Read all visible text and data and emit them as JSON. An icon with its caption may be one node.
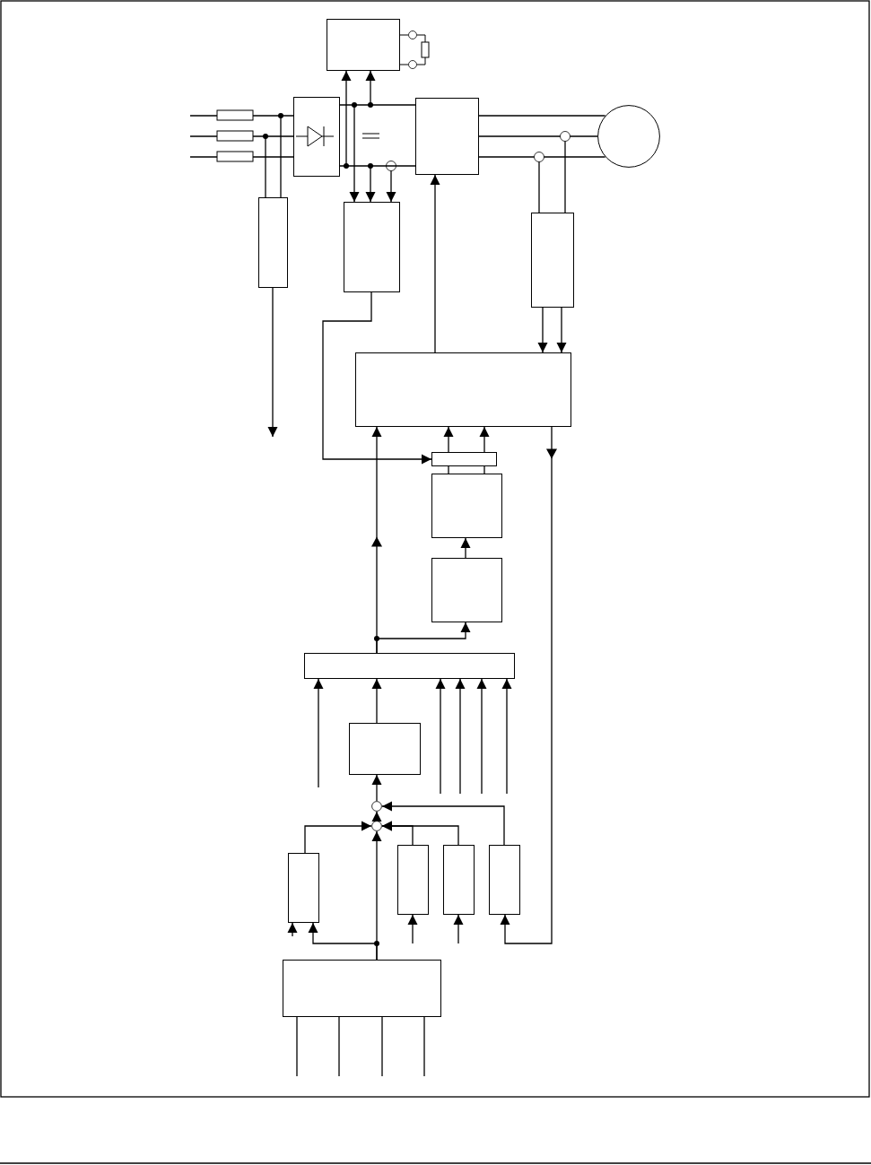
{
  "diagram": {
    "nodes": [
      {
        "text": [],
        "shape": "box"
      },
      {
        "text": [],
        "shape": "box"
      },
      {
        "text": [],
        "shape": "box"
      },
      {
        "text": [],
        "shape": "circle"
      },
      {
        "text": [],
        "shape": "box"
      },
      {
        "text": [],
        "shape": "box"
      },
      {
        "text": [],
        "shape": "box"
      },
      {
        "text": [],
        "shape": "box"
      },
      {
        "text": [],
        "shape": "box"
      },
      {
        "text": [],
        "shape": "box"
      },
      {
        "text": [],
        "shape": "box"
      },
      {
        "text": [],
        "shape": "box"
      },
      {
        "text": [],
        "shape": "box"
      },
      {
        "text": [],
        "shape": "circle"
      },
      {
        "text": [],
        "shape": "circle"
      },
      {
        "text": [],
        "shape": "box"
      },
      {
        "text": [],
        "shape": "box"
      },
      {
        "text": [],
        "shape": "box"
      },
      {
        "text": [],
        "shape": "box"
      },
      {
        "text": [],
        "shape": "box"
      }
    ],
    "edges": [
      {
        "from": 1,
        "to": 0,
        "arrow": "to"
      },
      {
        "from": null,
        "to": 0,
        "arrow": "to"
      },
      {
        "from": 1,
        "to": 5,
        "arrow": "to"
      },
      {
        "from": null,
        "to": 5,
        "arrow": "to"
      },
      {
        "from": 2,
        "to": 5,
        "arrow": "to"
      },
      {
        "from": 1,
        "to": 2,
        "arrow": "none"
      },
      {
        "from": 1,
        "to": 2,
        "arrow": "none"
      },
      {
        "from": 2,
        "to": 3,
        "arrow": "none"
      },
      {
        "from": 2,
        "to": 3,
        "arrow": "none"
      },
      {
        "from": 2,
        "to": 3,
        "arrow": "none"
      },
      {
        "from": null,
        "to": 6,
        "arrow": "other"
      },
      {
        "from": null,
        "to": 6,
        "arrow": "other"
      },
      {
        "from": 1,
        "to": 4,
        "arrow": "other"
      },
      {
        "from": 1,
        "to": 4,
        "arrow": "other"
      },
      {
        "from": 4,
        "to": null,
        "arrow": "to"
      },
      {
        "from": 5,
        "to": 8,
        "arrow": "to"
      },
      {
        "from": 7,
        "to": 2,
        "arrow": "to"
      },
      {
        "from": 6,
        "to": 7,
        "arrow": "to"
      },
      {
        "from": 6,
        "to": 7,
        "arrow": "to"
      },
      {
        "from": 8,
        "to": 7,
        "arrow": "to"
      },
      {
        "from": 8,
        "to": 7,
        "arrow": "to"
      },
      {
        "from": 9,
        "to": 8,
        "arrow": "none"
      },
      {
        "from": 9,
        "to": 8,
        "arrow": "none"
      },
      {
        "from": 10,
        "to": 9,
        "arrow": "to"
      },
      {
        "from": 11,
        "to": 7,
        "arrow": "to"
      },
      {
        "from": 11,
        "to": 10,
        "arrow": "to"
      },
      {
        "from": 7,
        "to": 18,
        "arrow": "to"
      },
      {
        "from": null,
        "to": 11,
        "arrow": "to"
      },
      {
        "from": null,
        "to": 11,
        "arrow": "to"
      },
      {
        "from": null,
        "to": 11,
        "arrow": "to"
      },
      {
        "from": null,
        "to": 11,
        "arrow": "to"
      },
      {
        "from": null,
        "to": 11,
        "arrow": "to"
      },
      {
        "from": 12,
        "to": 11,
        "arrow": "to"
      },
      {
        "from": 13,
        "to": 12,
        "arrow": "to"
      },
      {
        "from": 14,
        "to": 13,
        "arrow": "to"
      },
      {
        "from": 15,
        "to": 14,
        "arrow": "to"
      },
      {
        "from": 16,
        "to": 14,
        "arrow": "to"
      },
      {
        "from": 17,
        "to": 14,
        "arrow": "to"
      },
      {
        "from": 18,
        "to": 13,
        "arrow": "to"
      },
      {
        "from": 19,
        "to": 14,
        "arrow": "to"
      },
      {
        "from": 19,
        "to": 15,
        "arrow": "to"
      },
      {
        "from": null,
        "to": 15,
        "arrow": "to"
      },
      {
        "from": null,
        "to": 16,
        "arrow": "to"
      },
      {
        "from": null,
        "to": 17,
        "arrow": "to"
      },
      {
        "from": 19,
        "to": null,
        "arrow": "none"
      },
      {
        "from": 19,
        "to": null,
        "arrow": "none"
      },
      {
        "from": 19,
        "to": null,
        "arrow": "none"
      },
      {
        "from": 19,
        "to": null,
        "arrow": "none"
      }
    ]
  }
}
